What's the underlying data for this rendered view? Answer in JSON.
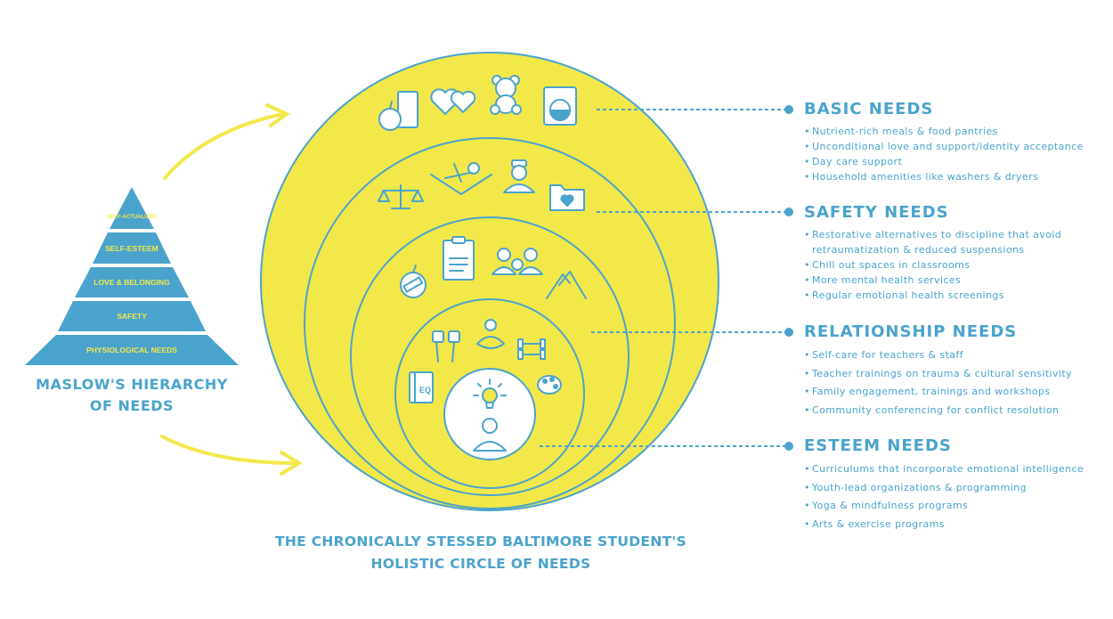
{
  "pyramid": {
    "levels": [
      "SELF-ACTUALIZED",
      "SELF-ESTEEM",
      "LOVE & BELONGING",
      "SAFETY",
      "PHYSIOLOGICAL NEEDS"
    ],
    "caption_line1": "MASLOW'S HIERARCHY",
    "caption_line2": "OF NEEDS"
  },
  "main_caption": {
    "line1": "THE CHRONICALLY STESSED BALTIMORE STUDENT'S",
    "line2": "HOLISTIC CIRCLE OF NEEDS"
  },
  "icons": {
    "basic": [
      "apple-and-glass-icon",
      "two-hearts-icon",
      "teddy-bear-icon",
      "washing-machine-icon"
    ],
    "safety": [
      "scales-of-justice-icon",
      "person-relaxing-icon",
      "nurse-icon",
      "folder-heart-icon"
    ],
    "relationship": [
      "bandaged-apple-icon",
      "teacher-training-clipboard-icon",
      "group-of-people-icon",
      "handshake-icon"
    ],
    "esteem": [
      "raised-fists-icon",
      "meditation-icon",
      "dumbbell-icon",
      "eq-book-icon",
      "paint-palette-icon"
    ],
    "center": [
      "lightbulb-icon",
      "student-icon"
    ]
  },
  "needs": [
    {
      "title": "BASIC NEEDS",
      "items": [
        "Nutrient-rich meals & food pantries",
        "Unconditional love and support/identity acceptance",
        "Day care support",
        "Household amenities like washers & dryers"
      ]
    },
    {
      "title": "SAFETY NEEDS",
      "items": [
        "Restorative alternatives to discipline that avoid retraumatization & reduced suspensions",
        "Chill out spaces in classrooms",
        "More mental health services",
        "Regular emotional health screenings"
      ]
    },
    {
      "title": "RELATIONSHIP NEEDS",
      "items": [
        "Self-care for teachers & staff",
        "Teacher trainings on trauma & cultural sensitivity",
        "Family engagement, trainings and workshops",
        "Community conferencing for conflict resolution"
      ]
    },
    {
      "title": "ESTEEM NEEDS",
      "items": [
        "Curriculums that incorporate emotional intelligence",
        "Youth-lead organizations & programming",
        "Yoga & mindfulness programs",
        "Arts & exercise programs"
      ]
    }
  ],
  "colors": {
    "blue": "#4aa3cd",
    "yellow": "#f3e84a",
    "white": "#ffffff"
  }
}
